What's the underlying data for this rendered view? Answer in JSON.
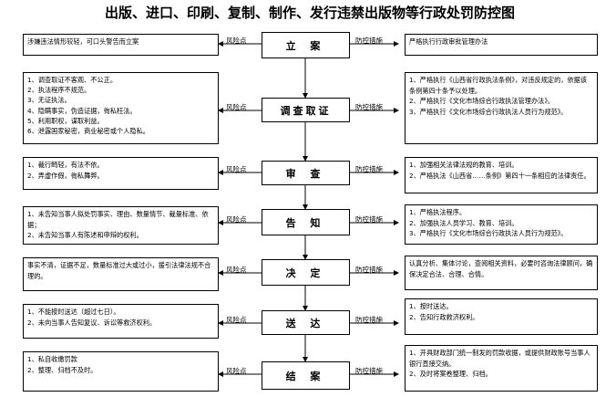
{
  "title": "出版、进口、印刷、复制、制作、发行违禁出版物等行政处罚防控图",
  "labels": {
    "risk": "风险点",
    "control": "防控措施"
  },
  "steps": [
    {
      "name": "立  案",
      "risk": "涉嫌违法情形较轻，可口头警告而立案",
      "control": "严格执行行政审批管理办法"
    },
    {
      "name": "调查取证",
      "risk": "1、调查取证不客观、不公正。\n2、执法程序不规范。\n3、无证执法。\n4、隐瞒事实，伪造证据，徇私枉法。\n5、利用职权，谋取利益。\n6、泄露国家秘密，商业秘密或个人隐私。",
      "control": "1、严格执行《山西省行政执法条例》，对违反规定的，依据该条例第四十条予以处理。\n2、严格执行《文化市场综合行政执法管理办法》。\n3、严格执行《文化市场综合行政执法人员行为规范》。"
    },
    {
      "name": "审  查",
      "risk": "1、裁行畸轻，有法不依。\n2、弄虚作假，徇私舞弊。",
      "control": "1、加强相关法律法规的教育、培训。\n2、严格执法《山西省……条例》第四十一条相应的法律责任。"
    },
    {
      "name": "告  知",
      "risk": "1、未告知当事人拟处罚事实、理由、数量情节、裁量标准、依据；\n2、未告知当事人有陈述和申辩的权利。",
      "control": "1、严格执法程序。\n2、加强执法人员学习、教育、培训。\n3、严格执行《文化市场综合行政执法人员行为规范》。"
    },
    {
      "name": "决  定",
      "risk": "事实不清，证据不足，数量标准过大或过小，援引法律法规不合理的。",
      "control": "认真分析、集体讨论，查阅相关资料，必要时咨询法律顾问，确保决定合法、合理、合情。"
    },
    {
      "name": "送  达",
      "risk": "1、不能按时送达（超过七日）。\n2、未向当事人告知复议、诉讼等救济权利。",
      "control": "1、按时送达。\n2、告知行政救济权利。"
    },
    {
      "name": "结  案",
      "risk": "1、私自收缴罚款\n2、整理、归档不及时。",
      "control": "1、开具财政部门统一制发的罚款收据，或提供财政账号当事人银行直接交纳。\n2、及时将案卷整理、归档。"
    }
  ]
}
